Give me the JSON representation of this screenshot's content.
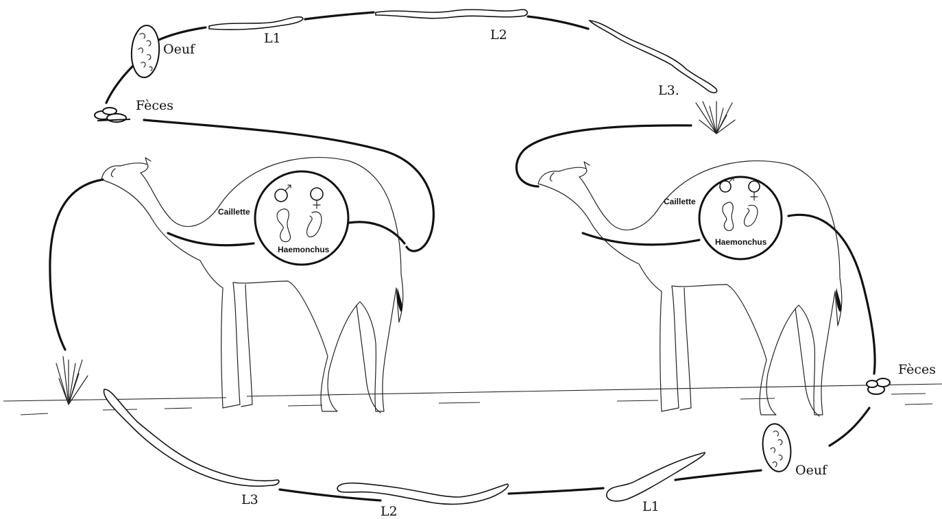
{
  "labels": {
    "oeuf": "Oeuf",
    "feces": "Fèces",
    "l1": "L1",
    "l2": "L2",
    "l3": "L3",
    "l3_top": "L3.",
    "caillette": "Caillette",
    "haemonchus": "Haemonchus"
  }
}
